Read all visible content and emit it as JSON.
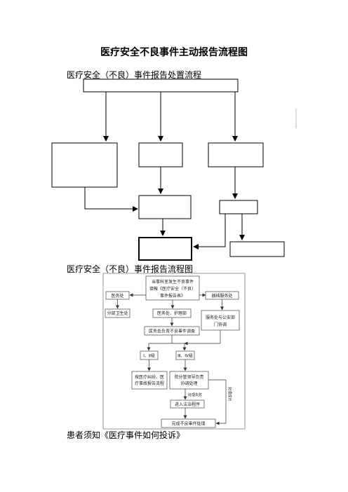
{
  "document": {
    "title": "医疗安全不良事件主动报告流程图",
    "section1_heading": "医疗安全（不良）事件报告处置流程",
    "section2_heading": "医疗安全（不良）事件报告流程图",
    "section3_heading": "患者须知《医疗事件如何投诉》"
  },
  "flowchart2": {
    "start_line1": "当事科室发生不良事件",
    "start_line2": "填報《医疗安全（不良）",
    "start_line3": "事件报告表》",
    "medical_dept": "医务处",
    "nursing_dept": "医务处、护理部",
    "logistics_dept": "器械服务处",
    "branch": "分部卫生处",
    "security_line1": "服务处与公安部",
    "security_line2": "门协调",
    "investigation": "医务处负责不良事件调查",
    "level_high": "Ⅰ、Ⅱ级",
    "level_low": "Ⅲ、Ⅳ级",
    "dispute_line1": "按医疗纠纷、医",
    "dispute_line2": "疗事故报告流程",
    "coordinate_line1": "院分管领导负责",
    "coordinate_line2": "协调处理",
    "outcome_label": "处理失败",
    "feedback_label": "处理成功",
    "legal": "进入法治程序",
    "complete": "完成不良事件处理"
  },
  "colors": {
    "line": "#000000",
    "panel_line": "#444444"
  }
}
